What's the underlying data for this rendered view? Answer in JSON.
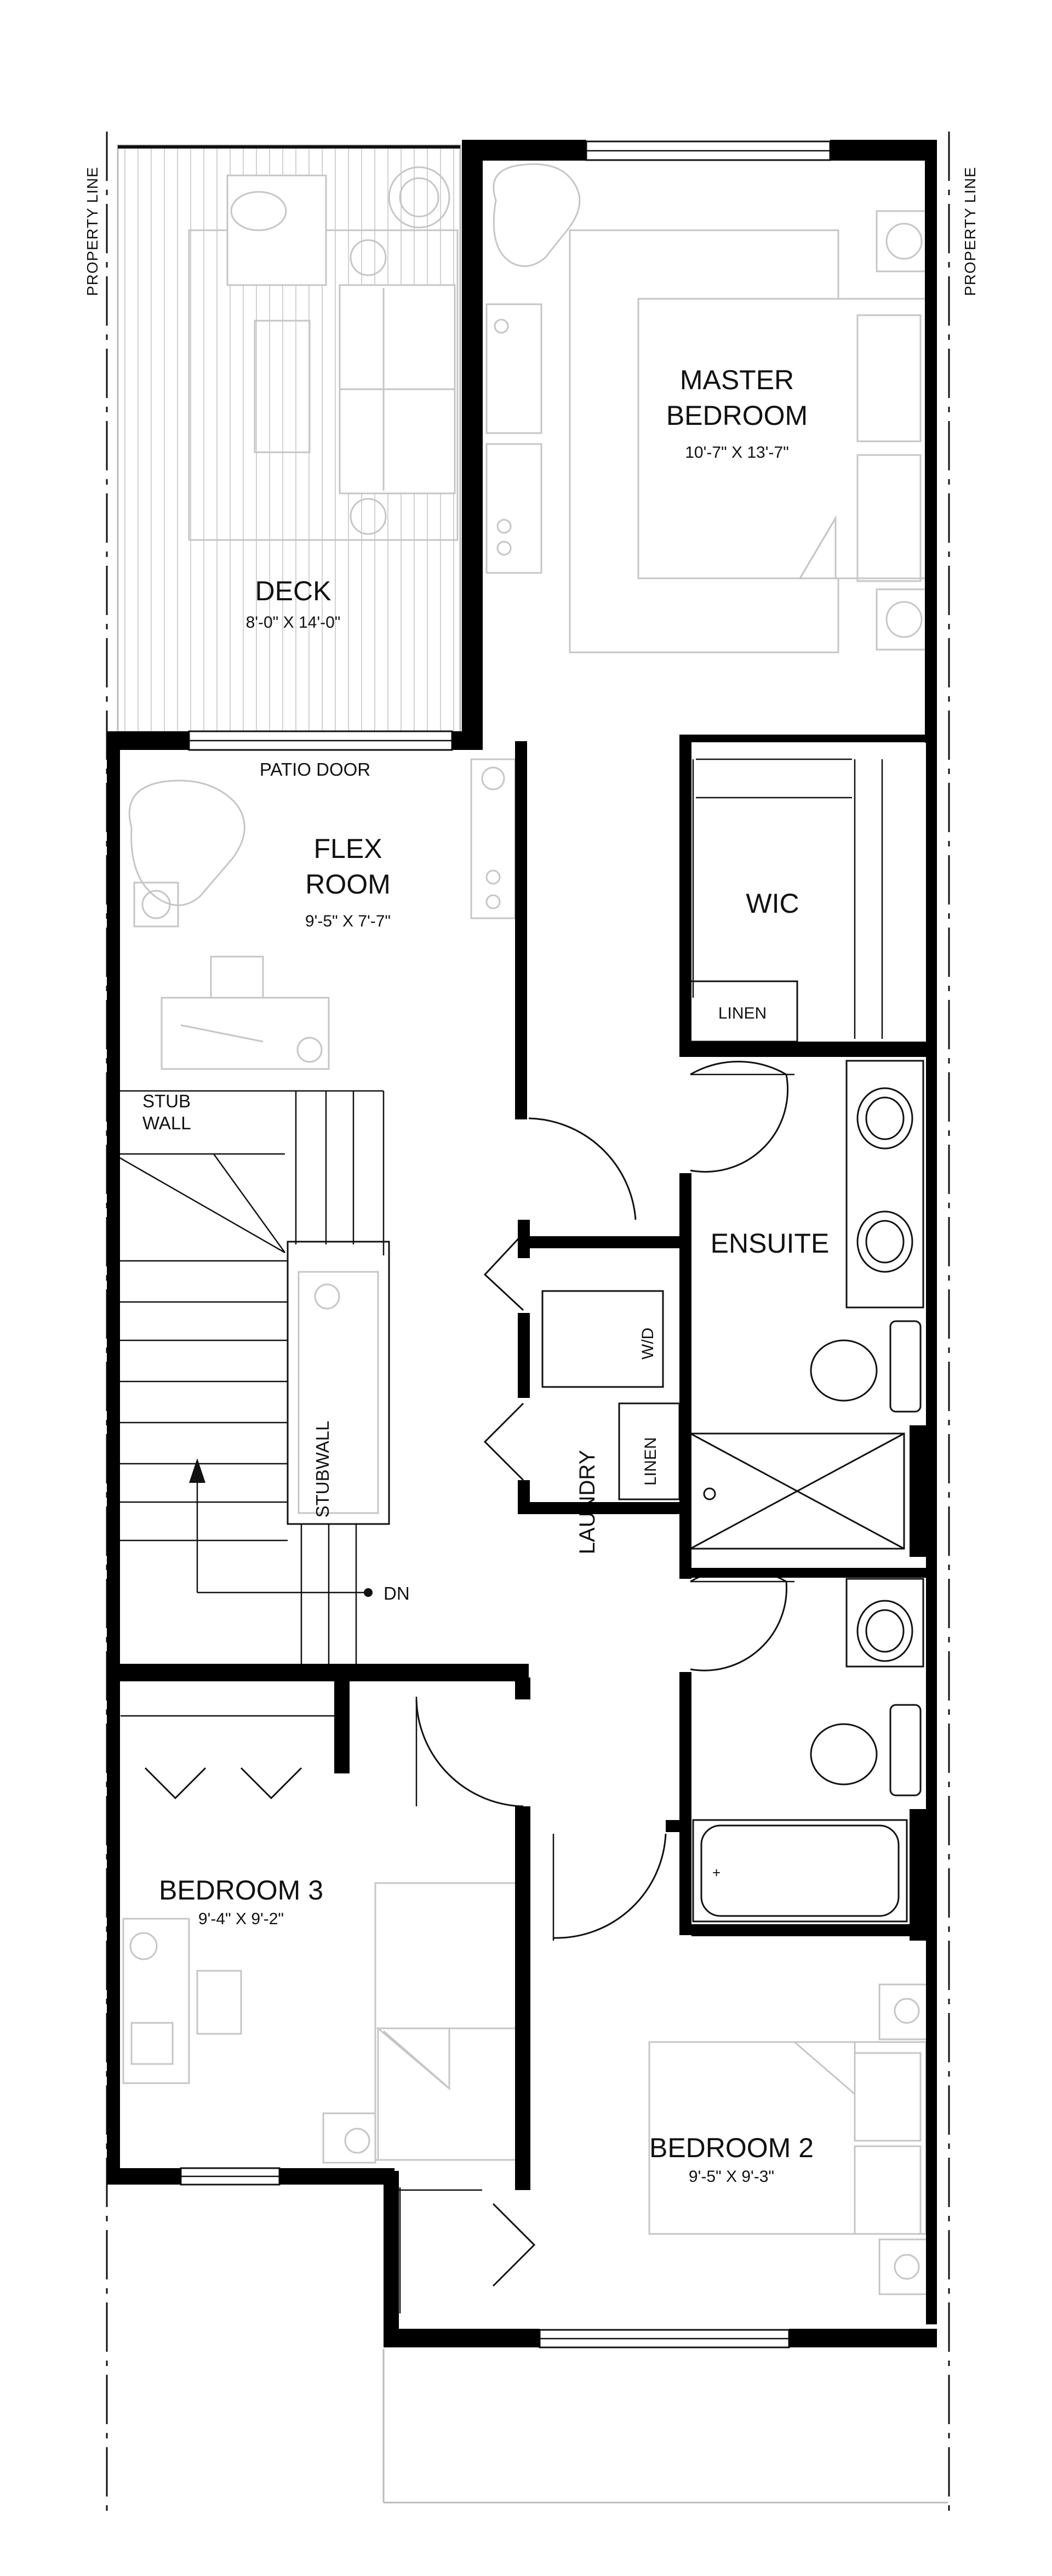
{
  "plan": {
    "property_line_label": "PROPERTY LINE",
    "rooms": {
      "deck": {
        "name": "DECK",
        "dimensions": "8'-0\" X 14'-0\""
      },
      "master": {
        "name_line1": "MASTER",
        "name_line2": "BEDROOM",
        "dimensions": "10'-7\" X 13'-7\""
      },
      "flex": {
        "name_line1": "FLEX",
        "name_line2": "ROOM",
        "dimensions": "9'-5\" X 7'-7\""
      },
      "wic": {
        "name": "WIC"
      },
      "ensuite": {
        "name": "ENSUITE"
      },
      "bedroom3": {
        "name": "BEDROOM 3",
        "dimensions": "9'-4\" X 9'-2\""
      },
      "bedroom2": {
        "name": "BEDROOM 2",
        "dimensions": "9'-5\" X 9'-3\""
      }
    },
    "labels": {
      "patio_door": "PATIO DOOR",
      "linen_wic": "LINEN",
      "stub_wall_1": "STUB",
      "stub_wall_2": "WALL",
      "stubwall": "STUBWALL",
      "laundry": "LAUNDRY",
      "wd": "W/D",
      "linen_laundry": "LINEN",
      "dn": "DN"
    }
  }
}
